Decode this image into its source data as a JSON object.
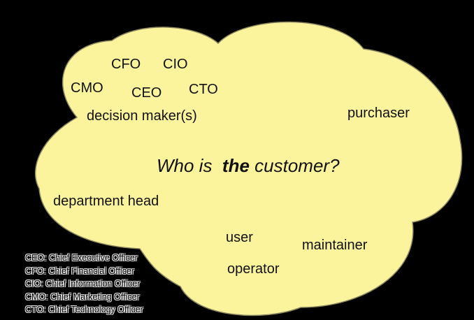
{
  "colors": {
    "background": "#000000",
    "cloud_fill": "#fbf49d",
    "cloud_stroke": "#8c8660",
    "text": "#111111"
  },
  "cloud": {
    "question": {
      "prefix": "Who is",
      "emphasis": "the",
      "suffix": "customer?"
    },
    "roles": {
      "cfo": "CFO",
      "cio": "CIO",
      "cmo": "CMO",
      "ceo": "CEO",
      "cto": "CTO",
      "decision_makers": "decision maker(s)",
      "purchaser": "purchaser",
      "department_head": "department head",
      "user": "user",
      "maintainer": "maintainer",
      "operator": "operator"
    }
  },
  "legend": {
    "items": [
      "CEO: Chief Executive Officer",
      "CFO: Chief Financial Officer",
      "CIO: Chief Information Officer",
      "CMO: Chief Marketing Officer",
      "CTO: Chief Technology Officer"
    ]
  }
}
